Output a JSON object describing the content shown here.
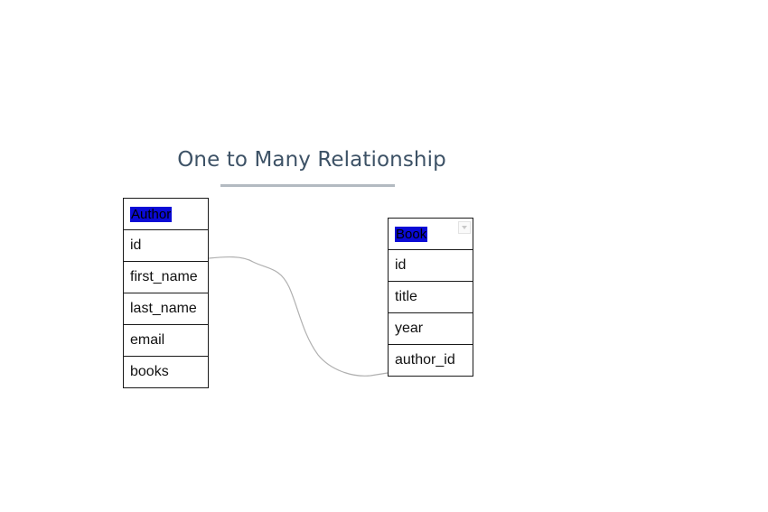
{
  "diagram": {
    "title": "One to Many Relationship",
    "entities": {
      "author": {
        "name": "Author",
        "fields": [
          "id",
          "first_name",
          "last_name",
          "email",
          "books"
        ]
      },
      "book": {
        "name": "Book",
        "fields": [
          "id",
          "title",
          "year",
          "author_id"
        ]
      }
    },
    "relationship": {
      "from": "Author.id",
      "to": "Book.author_id",
      "type": "one-to-many"
    },
    "colors": {
      "title": "#3d5266",
      "underline": "#b3bac1",
      "header_highlight": "#0a0ad6",
      "connector": "#b0b0b0",
      "border": "#1a1a1a"
    }
  }
}
